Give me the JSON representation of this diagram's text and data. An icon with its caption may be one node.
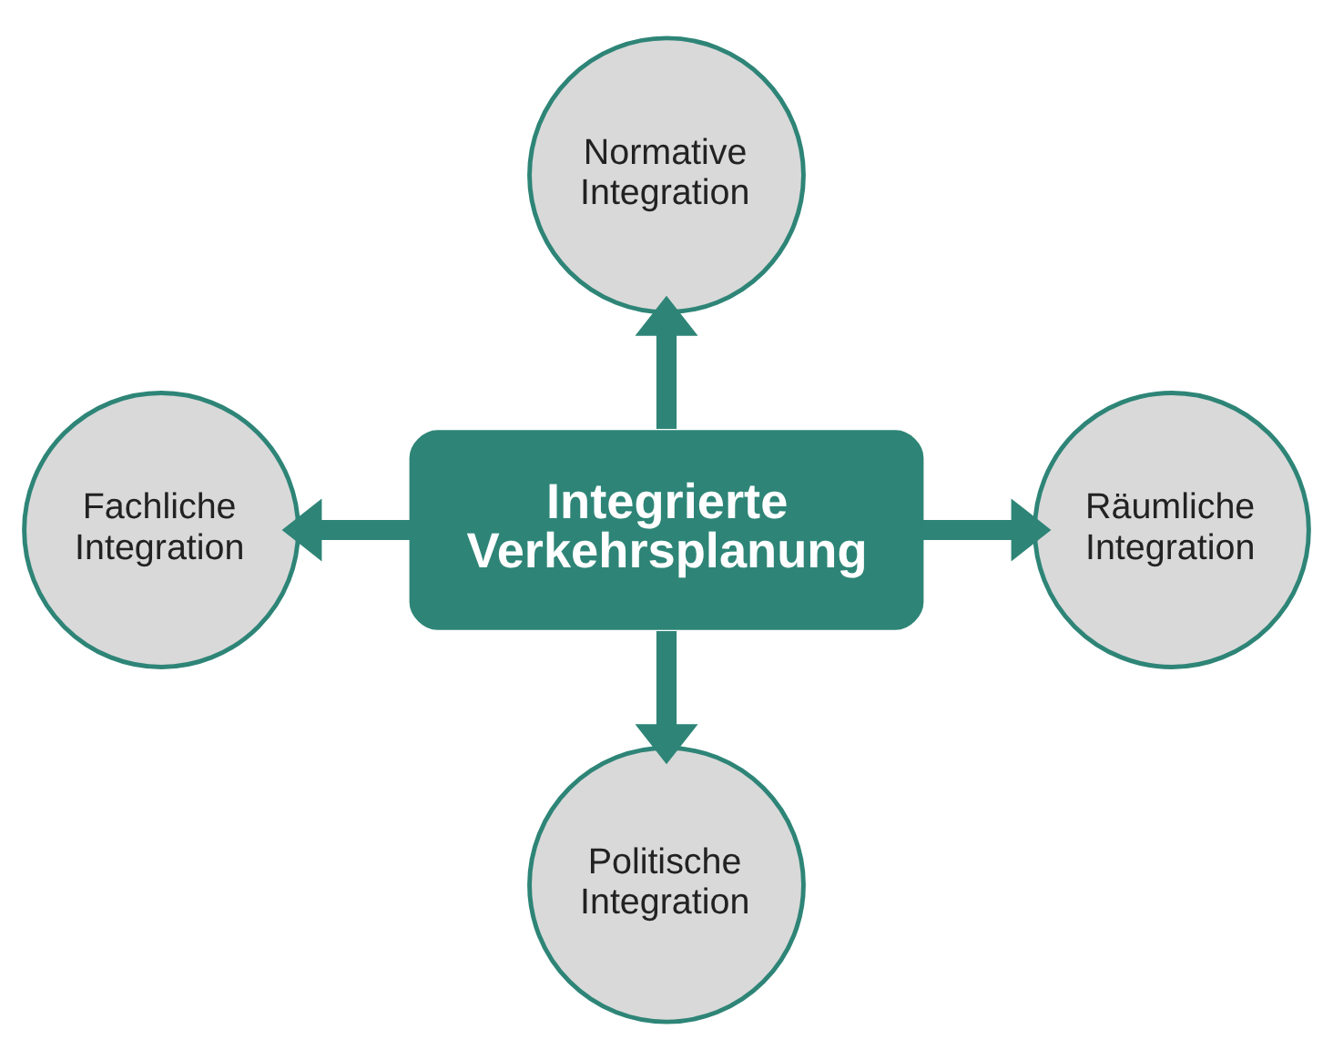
{
  "diagram": {
    "nodes": [
      {
        "text": [
          "Integrierte Verkehrsplanung"
        ]
      },
      {
        "text": [
          "Normative Integration"
        ]
      },
      {
        "text": [
          "Fachliche Integration"
        ]
      },
      {
        "text": [
          "Räumliche Integration"
        ]
      },
      {
        "text": [
          "Politische Integration"
        ]
      }
    ],
    "edges": [
      {
        "from": 0,
        "to": 1,
        "arrow": "to"
      },
      {
        "from": 0,
        "to": 2,
        "arrow": "to"
      },
      {
        "from": 0,
        "to": 3,
        "arrow": "to"
      },
      {
        "from": 0,
        "to": 4,
        "arrow": "to"
      }
    ]
  }
}
